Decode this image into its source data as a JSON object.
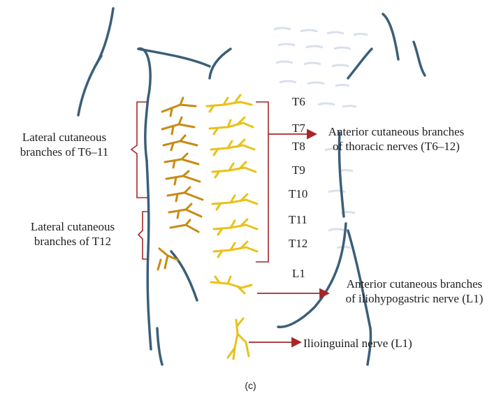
{
  "labels": {
    "lateral_t6_11": [
      "Lateral cutaneous",
      "branches of T6–11"
    ],
    "lateral_t12": [
      "Lateral cutaneous",
      "branches of T12"
    ],
    "anterior_thoracic": [
      "Anterior cutaneous branches",
      "of thoracic nerves (T6–12)"
    ],
    "anterior_iliohypogastric": [
      "Anterior cutaneous branches",
      "of iliohypogastric nerve (L1)"
    ],
    "ilioinguinal": "Ilioinguinal nerve (L1)"
  },
  "segments": [
    "T6",
    "T7",
    "T8",
    "T9",
    "T10",
    "T11",
    "T12",
    "L1"
  ],
  "subfigure_label": "(c)",
  "colors": {
    "nerve_yellow": "#e8c21a",
    "nerve_orange": "#c98a12",
    "bracket_arrow": "#a4282a",
    "outline": "#3a5f78"
  }
}
